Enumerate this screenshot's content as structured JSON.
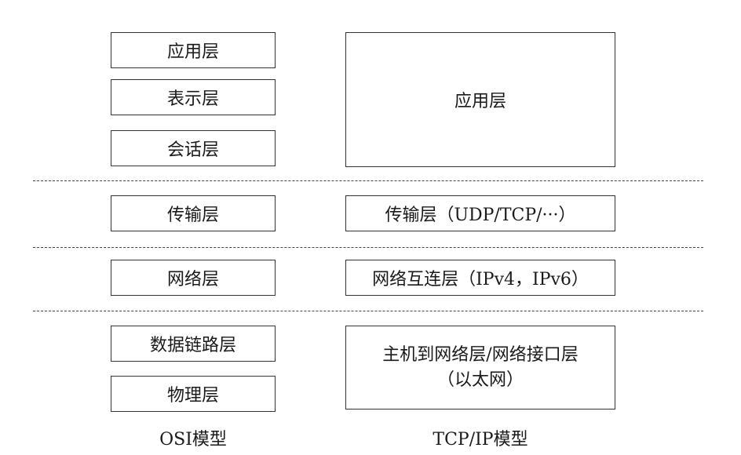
{
  "osi": {
    "application": "应用层",
    "presentation": "表示层",
    "session": "会话层",
    "transport": "传输层",
    "network": "网络层",
    "datalink": "数据链路层",
    "physical": "物理层",
    "caption": "OSI模型"
  },
  "tcpip": {
    "application": "应用层",
    "transport": "传输层（UDP/TCP/···）",
    "internet": "网络互连层（IPv4，IPv6）",
    "host_line1": "主机到网络层/网络接口层",
    "host_line2": "（以太网）",
    "caption": "TCP/IP模型"
  }
}
